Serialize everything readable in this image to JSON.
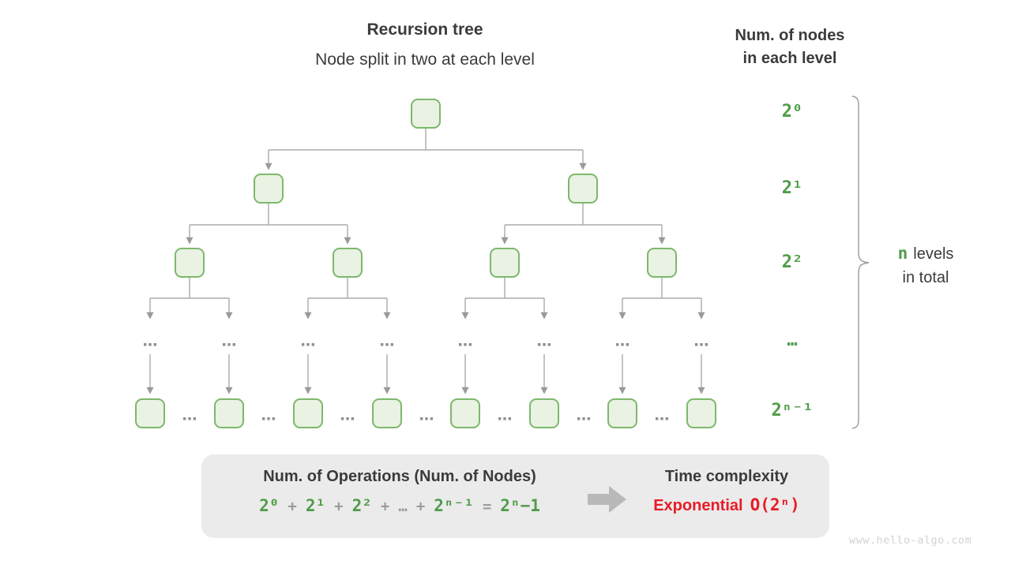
{
  "header": {
    "title": "Recursion tree",
    "subtitle": "Node split in two at each level"
  },
  "right_header": {
    "line1": "Num. of nodes",
    "line2": "in each level"
  },
  "level_labels": [
    "2⁰",
    "2¹",
    "2²",
    "…",
    "2ⁿ⁻¹"
  ],
  "brace_label": {
    "n": "n",
    "levels": "levels",
    "line2": "in total"
  },
  "tree": {
    "ellipsis": "…"
  },
  "box": {
    "operations_title": "Num. of Operations (Num. of Nodes)",
    "formula_tokens": [
      {
        "t": "2⁰"
      },
      {
        "t": "+"
      },
      {
        "t": "2¹"
      },
      {
        "t": "+"
      },
      {
        "t": "2²"
      },
      {
        "t": "+"
      },
      {
        "t": "…"
      },
      {
        "t": "+"
      },
      {
        "t": "2ⁿ⁻¹"
      },
      {
        "t": "="
      },
      {
        "t": "2ⁿ−1"
      }
    ],
    "time_title": "Time complexity",
    "complexity_label": "Exponential",
    "complexity_value": "O(2ⁿ)"
  },
  "watermark": "www.hello-algo.com",
  "colors": {
    "green_text": "#4f9c49",
    "node_fill": "#e9f2e3",
    "node_border": "#7db86c",
    "red_text": "#e81c27",
    "connector_gray": "#ababab",
    "box_bg": "#ebebeb"
  }
}
